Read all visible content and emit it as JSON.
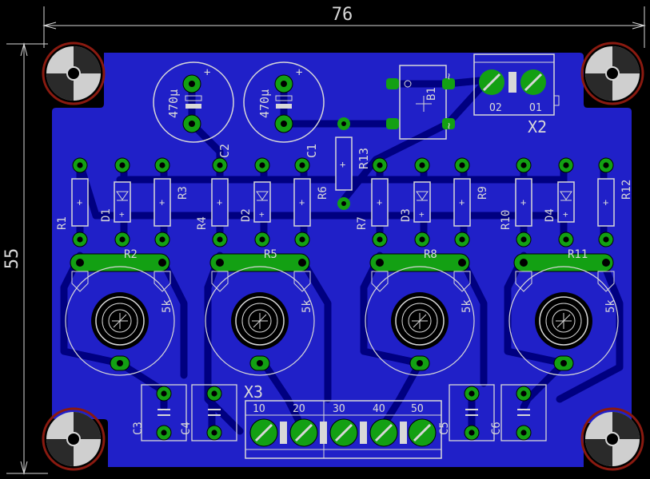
{
  "dimensions": {
    "width_label": "76",
    "height_label": "55"
  },
  "colors": {
    "background": "#000000",
    "copper": "#2020c8",
    "trace": "#000080",
    "pad": "#13a013",
    "silk": "#d8d8d8",
    "hole_ring": "#8a1a10"
  },
  "capacitors": {
    "c_left": {
      "name": "C2",
      "value": "470µ"
    },
    "c_right": {
      "name": "C1",
      "value": "470µ"
    }
  },
  "bridge": {
    "name": "B1",
    "pin_pos": "~",
    "pin_neg": "~"
  },
  "resistor_top": {
    "name": "R13"
  },
  "connector_top": {
    "name": "X2",
    "pins": [
      "O2",
      "O1"
    ]
  },
  "channels": [
    {
      "r_a": "R1",
      "diode": "D1",
      "r_b": "R3",
      "trim": "R2",
      "trim_value": "5k"
    },
    {
      "r_a": "R4",
      "diode": "D2",
      "r_b": "R6",
      "trim": "R5",
      "trim_value": "5k"
    },
    {
      "r_a": "R7",
      "diode": "D3",
      "r_b": "R9",
      "trim": "R8",
      "trim_value": "5k"
    },
    {
      "r_a": "R10",
      "diode": "D4",
      "r_b": "R12",
      "trim": "R11",
      "trim_value": "5k"
    }
  ],
  "bottom_caps": [
    "C3",
    "C4",
    "C5",
    "C6"
  ],
  "connector_bottom": {
    "name": "X3",
    "pins": [
      "1O",
      "2O",
      "3O",
      "4O",
      "5O"
    ]
  }
}
